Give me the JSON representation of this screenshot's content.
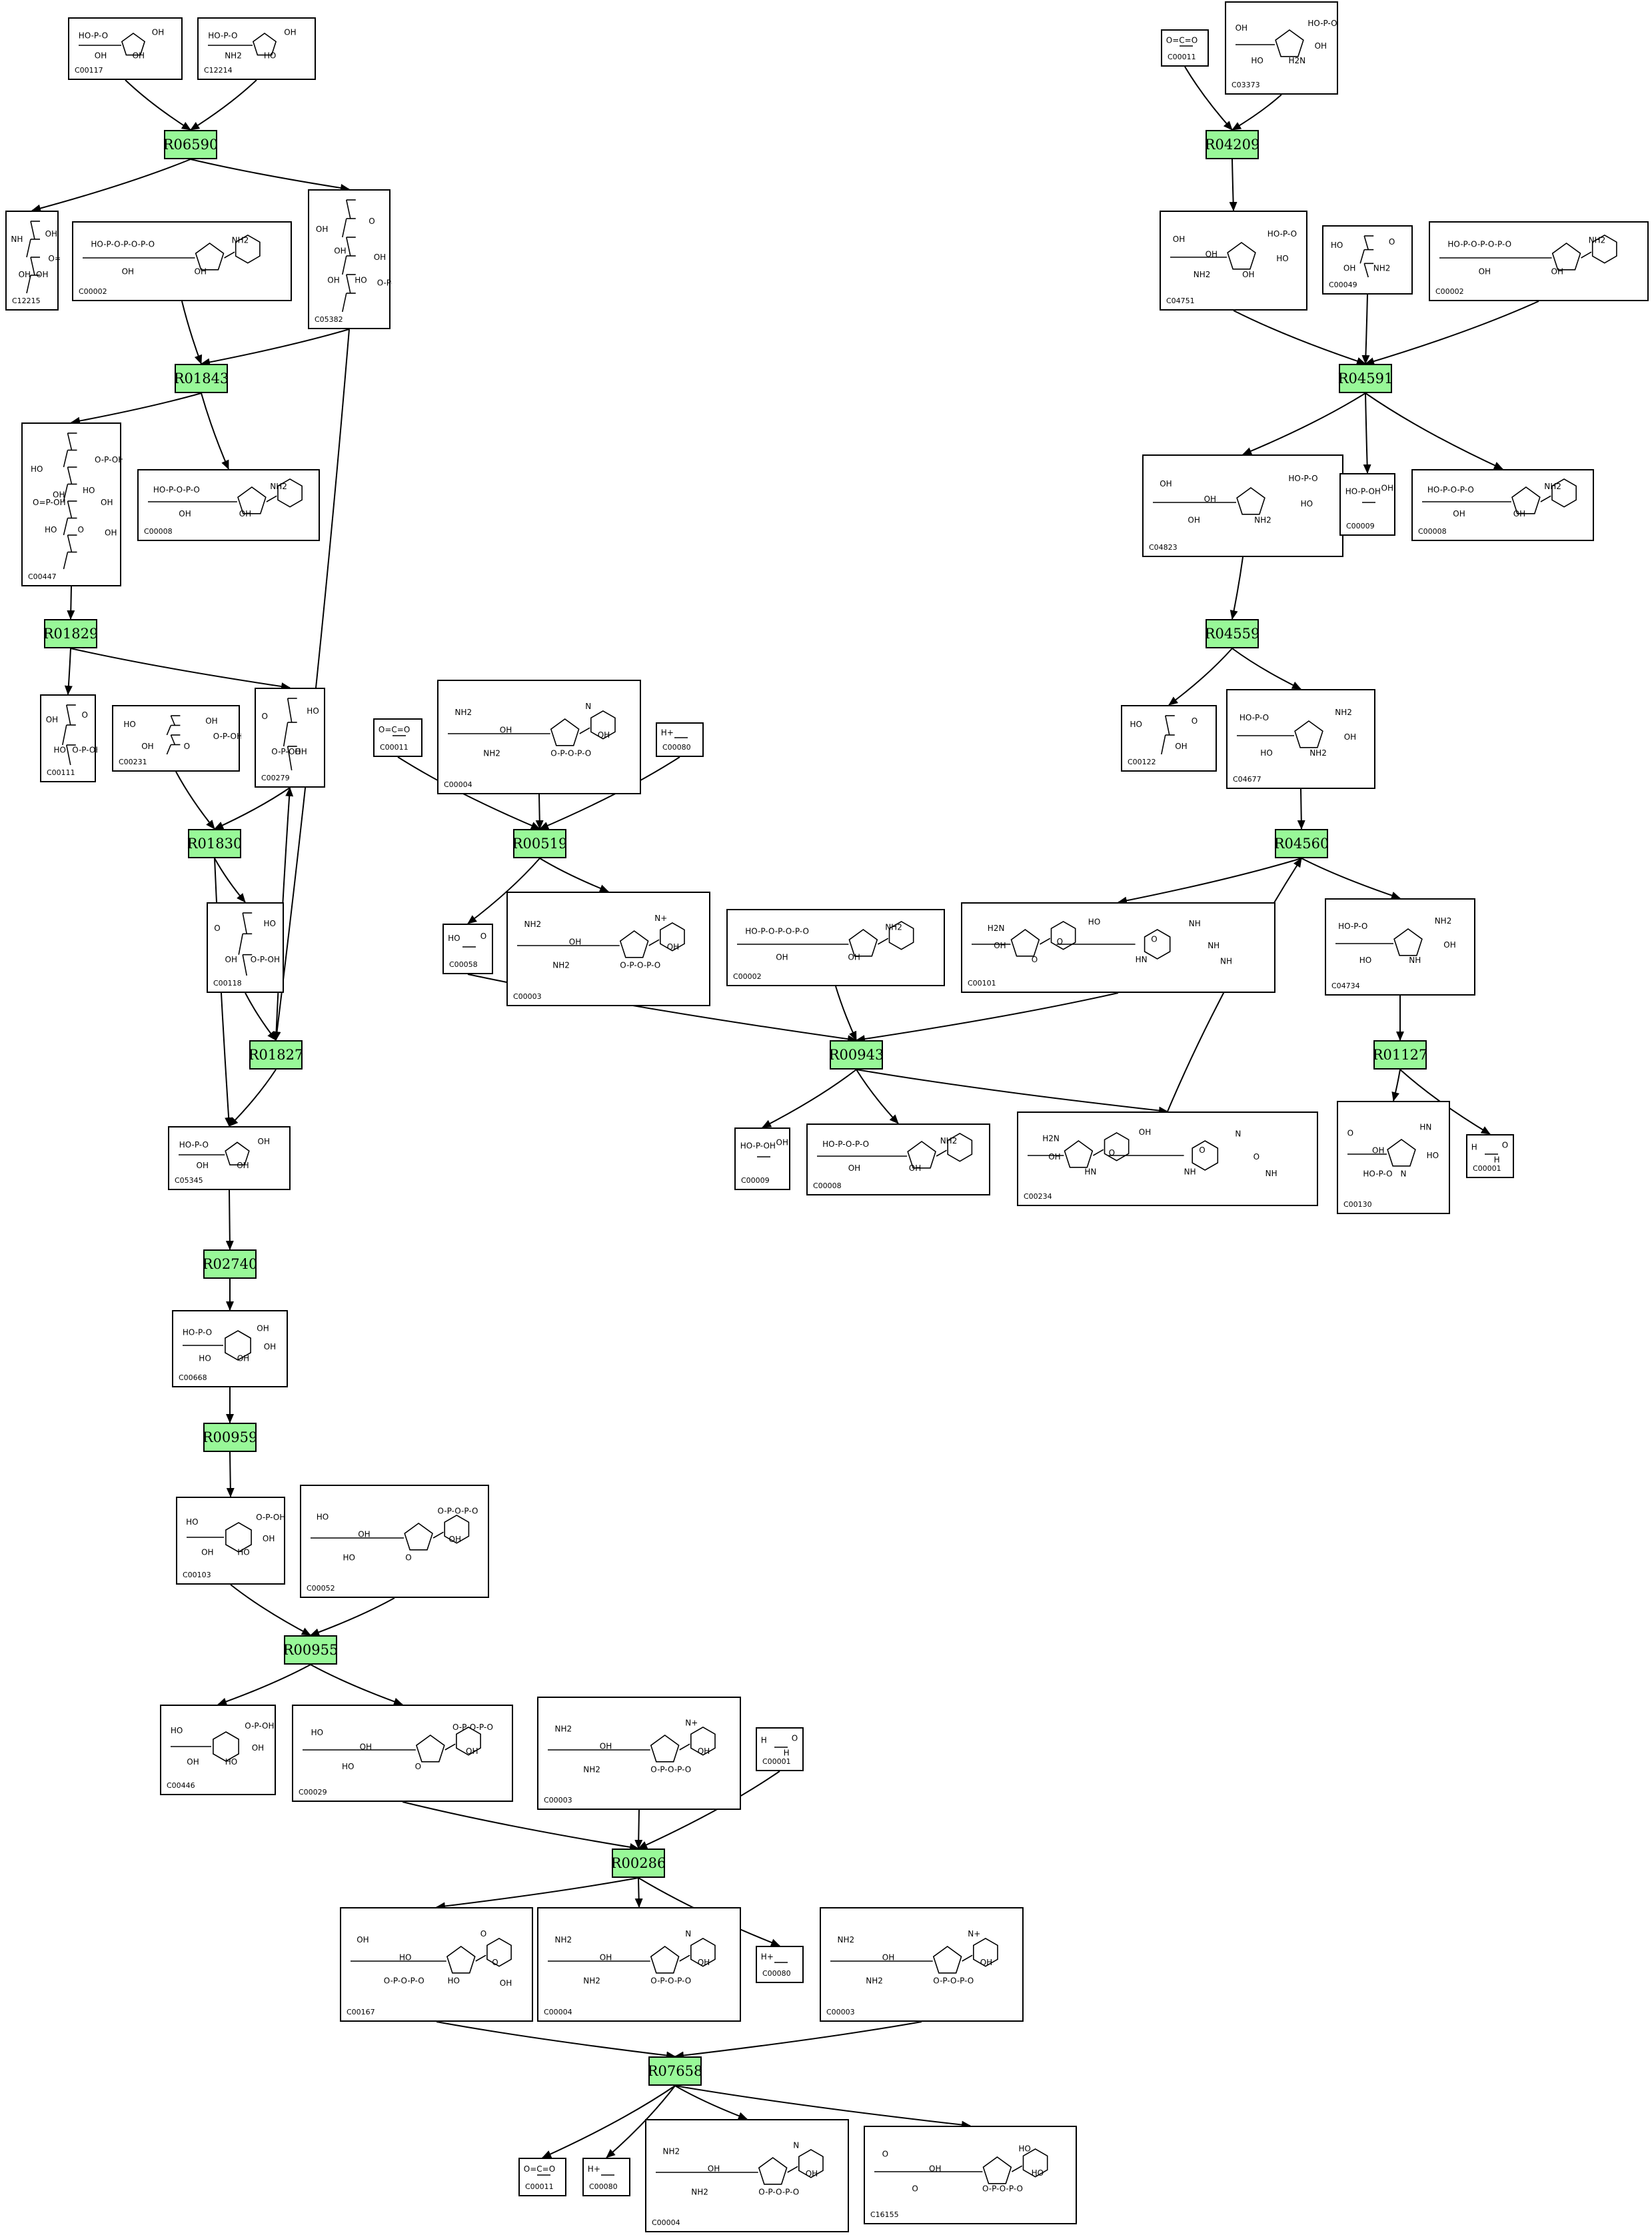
{
  "reactions": [
    {
      "id": "R06590"
    },
    {
      "id": "R01843"
    },
    {
      "id": "R01829"
    },
    {
      "id": "R01830"
    },
    {
      "id": "R01827"
    },
    {
      "id": "R02740"
    },
    {
      "id": "R00959"
    },
    {
      "id": "R00955"
    },
    {
      "id": "R00286"
    },
    {
      "id": "R07658"
    },
    {
      "id": "R04209"
    },
    {
      "id": "R04591"
    },
    {
      "id": "R04559"
    },
    {
      "id": "R04560"
    },
    {
      "id": "R01127"
    },
    {
      "id": "R00519"
    },
    {
      "id": "R00943"
    }
  ],
  "compounds": [
    {
      "key": "c1",
      "id": "C00117",
      "motif": "ring5",
      "labels": [
        "HO-P-O",
        "OH",
        "OH",
        "OH"
      ]
    },
    {
      "key": "c2",
      "id": "C12214",
      "motif": "ring5",
      "labels": [
        "HO-P-O",
        "OH",
        "HO",
        "NH2"
      ]
    },
    {
      "key": "c3",
      "id": "C12215",
      "motif": "chain",
      "labels": [
        "NH",
        "OH",
        "OH",
        "OH",
        "O=P-OH"
      ]
    },
    {
      "key": "c4",
      "id": "C00002",
      "motif": "nucleotide",
      "labels": [
        "HO-P-O-P-O-P-O",
        "NH2",
        "OH",
        "OH"
      ]
    },
    {
      "key": "c5",
      "id": "C05382",
      "motif": "chain",
      "labels": [
        "OH",
        "O",
        "HO",
        "OH",
        "OH",
        "OH",
        "O-P-OH"
      ]
    },
    {
      "key": "c6",
      "id": "C00447",
      "motif": "chain",
      "labels": [
        "HO",
        "O-P-OH",
        "O",
        "HO",
        "OH",
        "OH",
        "OH",
        "O=P-OH",
        "HO"
      ]
    },
    {
      "key": "c7",
      "id": "C00008",
      "motif": "nucleotide",
      "labels": [
        "HO-P-O-P-O",
        "NH2",
        "OH",
        "OH"
      ]
    },
    {
      "key": "c8",
      "id": "C00111",
      "motif": "chain",
      "labels": [
        "OH",
        "O",
        "O-P-OH",
        "HO"
      ]
    },
    {
      "key": "c9",
      "id": "C00231",
      "motif": "chain",
      "labels": [
        "HO",
        "OH",
        "O",
        "OH",
        "O-P-OH"
      ]
    },
    {
      "key": "c10",
      "id": "C00279",
      "motif": "chain",
      "labels": [
        "O",
        "HO",
        "OH",
        "O-P-OH"
      ]
    },
    {
      "key": "c11",
      "id": "C00118",
      "motif": "chain",
      "labels": [
        "O",
        "HO",
        "O-P-OH",
        "OH"
      ]
    },
    {
      "key": "c12",
      "id": "C05345",
      "motif": "ring5",
      "labels": [
        "HO-P-O",
        "OH",
        "OH",
        "OH"
      ]
    },
    {
      "key": "c13",
      "id": "C00668",
      "motif": "ring6",
      "labels": [
        "HO-P-O",
        "OH",
        "OH",
        "HO",
        "OH"
      ]
    },
    {
      "key": "c14",
      "id": "C00103",
      "motif": "ring6",
      "labels": [
        "HO",
        "O-P-OH",
        "HO",
        "OH",
        "OH"
      ]
    },
    {
      "key": "c15",
      "id": "C00052",
      "motif": "nucleotide",
      "labels": [
        "HO",
        "O-P-O-P-O",
        "O",
        "HO",
        "OH",
        "OH"
      ]
    },
    {
      "key": "c16",
      "id": "C00446",
      "motif": "ring6",
      "labels": [
        "HO",
        "O-P-OH",
        "HO",
        "OH",
        "OH"
      ]
    },
    {
      "key": "c17",
      "id": "C00029",
      "motif": "nucleotide",
      "labels": [
        "HO",
        "O-P-O-P-O",
        "O",
        "HO",
        "OH",
        "OH"
      ]
    },
    {
      "key": "c18",
      "id": "C00003",
      "motif": "nucleotide",
      "labels": [
        "NH2",
        "N+",
        "O-P-O-P-O",
        "NH2",
        "OH",
        "OH"
      ]
    },
    {
      "key": "c19",
      "id": "C00001",
      "motif": "small",
      "labels": [
        "H",
        "O",
        "H"
      ]
    },
    {
      "key": "c20",
      "id": "C00167",
      "motif": "nucleotide",
      "labels": [
        "OH",
        "O",
        "HO",
        "O-P-O-P-O",
        "O",
        "HO",
        "OH"
      ]
    },
    {
      "key": "c21",
      "id": "C00004",
      "motif": "nucleotide",
      "labels": [
        "NH2",
        "N",
        "O-P-O-P-O",
        "NH2",
        "OH",
        "OH"
      ]
    },
    {
      "key": "c22",
      "id": "C00080",
      "motif": "small",
      "labels": [
        "H+"
      ]
    },
    {
      "key": "c23",
      "id": "C00003",
      "motif": "nucleotide",
      "labels": [
        "NH2",
        "N+",
        "O-P-O-P-O",
        "NH2",
        "OH",
        "OH"
      ]
    },
    {
      "key": "c24",
      "id": "C00011",
      "motif": "small",
      "labels": [
        "O=C=O"
      ]
    },
    {
      "key": "c25",
      "id": "C00080",
      "motif": "small",
      "labels": [
        "H+"
      ]
    },
    {
      "key": "c26",
      "id": "C00004",
      "motif": "nucleotide",
      "labels": [
        "NH2",
        "N",
        "O-P-O-P-O",
        "NH2",
        "OH",
        "OH"
      ]
    },
    {
      "key": "c27",
      "id": "C16155",
      "motif": "nucleotide",
      "labels": [
        "O",
        "HO",
        "O-P-O-P-O",
        "O",
        "HO",
        "OH"
      ]
    },
    {
      "key": "c28",
      "id": "C00011",
      "motif": "small",
      "labels": [
        "O=C=O"
      ]
    },
    {
      "key": "c29",
      "id": "C03373",
      "motif": "ring5",
      "labels": [
        "OH",
        "HO-P-O",
        "H2N",
        "HO",
        "OH"
      ]
    },
    {
      "key": "c30",
      "id": "C04751",
      "motif": "ring5",
      "labels": [
        "OH",
        "HO-P-O",
        "OH",
        "NH2",
        "HO",
        "OH"
      ]
    },
    {
      "key": "c31",
      "id": "C00049",
      "motif": "chain",
      "labels": [
        "HO",
        "O",
        "NH2",
        "OH"
      ]
    },
    {
      "key": "c32",
      "id": "C00002",
      "motif": "nucleotide",
      "labels": [
        "HO-P-O-P-O-P-O",
        "NH2",
        "OH",
        "OH"
      ]
    },
    {
      "key": "c33",
      "id": "C04823",
      "motif": "ring5",
      "labels": [
        "OH",
        "HO-P-O",
        "NH2",
        "OH",
        "HO",
        "OH"
      ]
    },
    {
      "key": "c34",
      "id": "C00009",
      "motif": "small",
      "labels": [
        "HO-P-OH",
        "OH"
      ]
    },
    {
      "key": "c35",
      "id": "C00008",
      "motif": "nucleotide",
      "labels": [
        "HO-P-O-P-O",
        "NH2",
        "OH",
        "OH"
      ]
    },
    {
      "key": "c36",
      "id": "C00122",
      "motif": "chain",
      "labels": [
        "HO",
        "O",
        "OH"
      ]
    },
    {
      "key": "c37",
      "id": "C04677",
      "motif": "ring5",
      "labels": [
        "HO-P-O",
        "NH2",
        "NH2",
        "HO",
        "OH"
      ]
    },
    {
      "key": "c38",
      "id": "C00101",
      "motif": "pterin",
      "labels": [
        "H2N",
        "NH",
        "HN",
        "O",
        "NH",
        "O",
        "NH",
        "OH",
        "O",
        "HO"
      ]
    },
    {
      "key": "c39",
      "id": "C04734",
      "motif": "ring5",
      "labels": [
        "HO-P-O",
        "NH2",
        "NH",
        "HO",
        "OH"
      ]
    },
    {
      "key": "c40",
      "id": "C00130",
      "motif": "ring5",
      "labels": [
        "O",
        "HN",
        "N",
        "HO-P-O",
        "HO",
        "OH"
      ]
    },
    {
      "key": "c41",
      "id": "C00001",
      "motif": "small",
      "labels": [
        "H",
        "O",
        "H"
      ]
    },
    {
      "key": "c42",
      "id": "C00011",
      "motif": "small",
      "labels": [
        "O=C=O"
      ]
    },
    {
      "key": "c43",
      "id": "C00004",
      "motif": "nucleotide",
      "labels": [
        "NH2",
        "N",
        "O-P-O-P-O",
        "NH2",
        "OH",
        "OH"
      ]
    },
    {
      "key": "c44",
      "id": "C00080",
      "motif": "small",
      "labels": [
        "H+"
      ]
    },
    {
      "key": "c45",
      "id": "C00058",
      "motif": "small",
      "labels": [
        "HO",
        "O"
      ]
    },
    {
      "key": "c46",
      "id": "C00003",
      "motif": "nucleotide",
      "labels": [
        "NH2",
        "N+",
        "O-P-O-P-O",
        "NH2",
        "OH",
        "OH"
      ]
    },
    {
      "key": "c47",
      "id": "C00002",
      "motif": "nucleotide",
      "labels": [
        "HO-P-O-P-O-P-O",
        "NH2",
        "OH",
        "OH"
      ]
    },
    {
      "key": "c48",
      "id": "C00009",
      "motif": "small",
      "labels": [
        "HO-P-OH",
        "OH"
      ]
    },
    {
      "key": "c49",
      "id": "C00008",
      "motif": "nucleotide",
      "labels": [
        "HO-P-O-P-O",
        "NH2",
        "OH",
        "OH"
      ]
    },
    {
      "key": "c50",
      "id": "C00234",
      "motif": "pterin",
      "labels": [
        "H2N",
        "N",
        "NH",
        "HN",
        "O",
        "O",
        "NH",
        "OH",
        "O",
        "OH"
      ]
    }
  ]
}
